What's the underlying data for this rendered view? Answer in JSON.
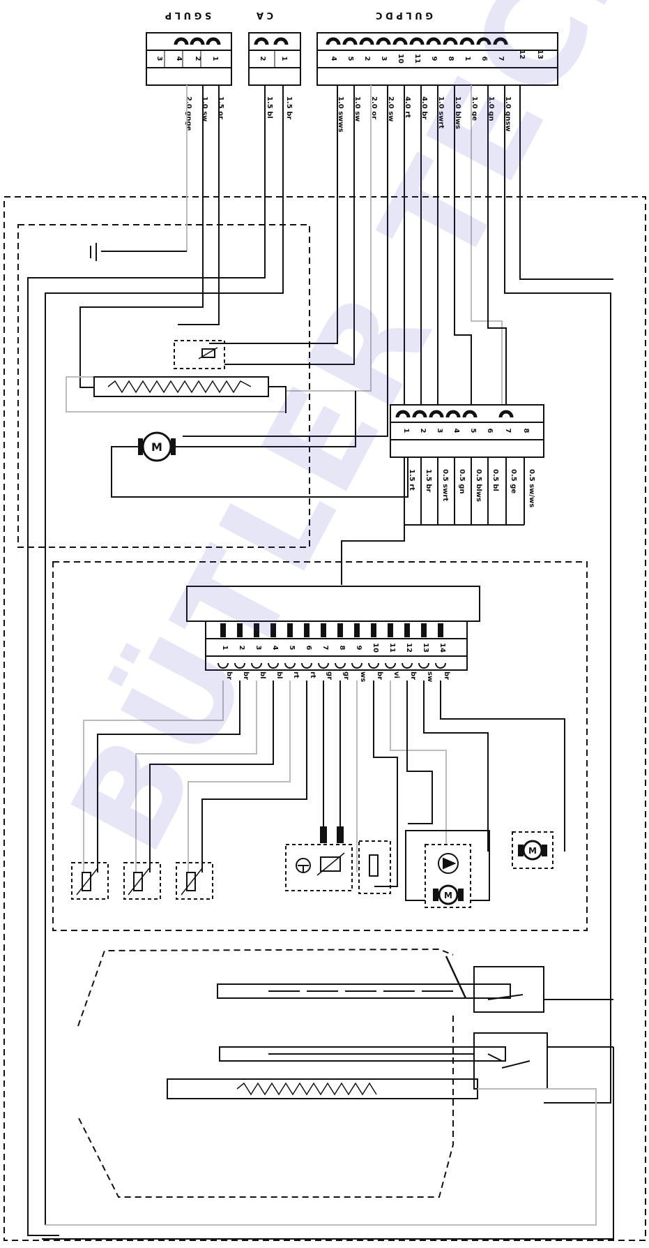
{
  "connectors": {
    "s": {
      "title": "S G U L P",
      "pins": [
        "3",
        "4",
        "2",
        "1"
      ],
      "wires": [
        "2.0 gnge",
        "1.0 sw",
        "1.5 or"
      ]
    },
    "a": {
      "title": "C A",
      "pins": [
        "2",
        "1"
      ],
      "wires": [
        "1.5 bl",
        "1.5 br"
      ]
    },
    "d": {
      "title": "G U L P  D C",
      "pins": [
        "4",
        "5",
        "2",
        "3",
        "10",
        "11",
        "9",
        "8",
        "1",
        "6",
        "7",
        "12",
        "13"
      ],
      "wires": [
        "1.0 swws",
        "1.0 sw",
        "2.0 or",
        "2.0 sw",
        "4.0 rt",
        "4.0 br",
        "1.0 swrt",
        "1.0 blws",
        "1.0 ge",
        "1.0 gn",
        "1.0 gnsw"
      ]
    }
  },
  "mid_connector": {
    "pins": [
      "1",
      "2",
      "3",
      "4",
      "5",
      "6",
      "7",
      "8"
    ],
    "wires": [
      "1.5 rt",
      "1.5 br",
      "0.5 swrt",
      "0.5 gn",
      "0.5 blws",
      "0.5 bl",
      "0.5 ge",
      "0.5 sw/ws"
    ]
  },
  "module_connector": {
    "pins": [
      "1",
      "2",
      "3",
      "4",
      "5",
      "6",
      "7",
      "8",
      "9",
      "10",
      "11",
      "12",
      "13",
      "14"
    ],
    "wires": [
      "br",
      "br",
      "bl",
      "bl",
      "rt",
      "rt",
      "gr",
      "gr",
      "ws",
      "br",
      "vi",
      "br",
      "sw",
      "br"
    ]
  },
  "motor_label": "M",
  "pump_motor_label": "M",
  "small_motor_label": "M",
  "watermark": "BÜTLER TECHN",
  "colors": {
    "line": "#111111",
    "wire_grey": "#b8b8b8",
    "watermark": "#4a3cbe"
  }
}
